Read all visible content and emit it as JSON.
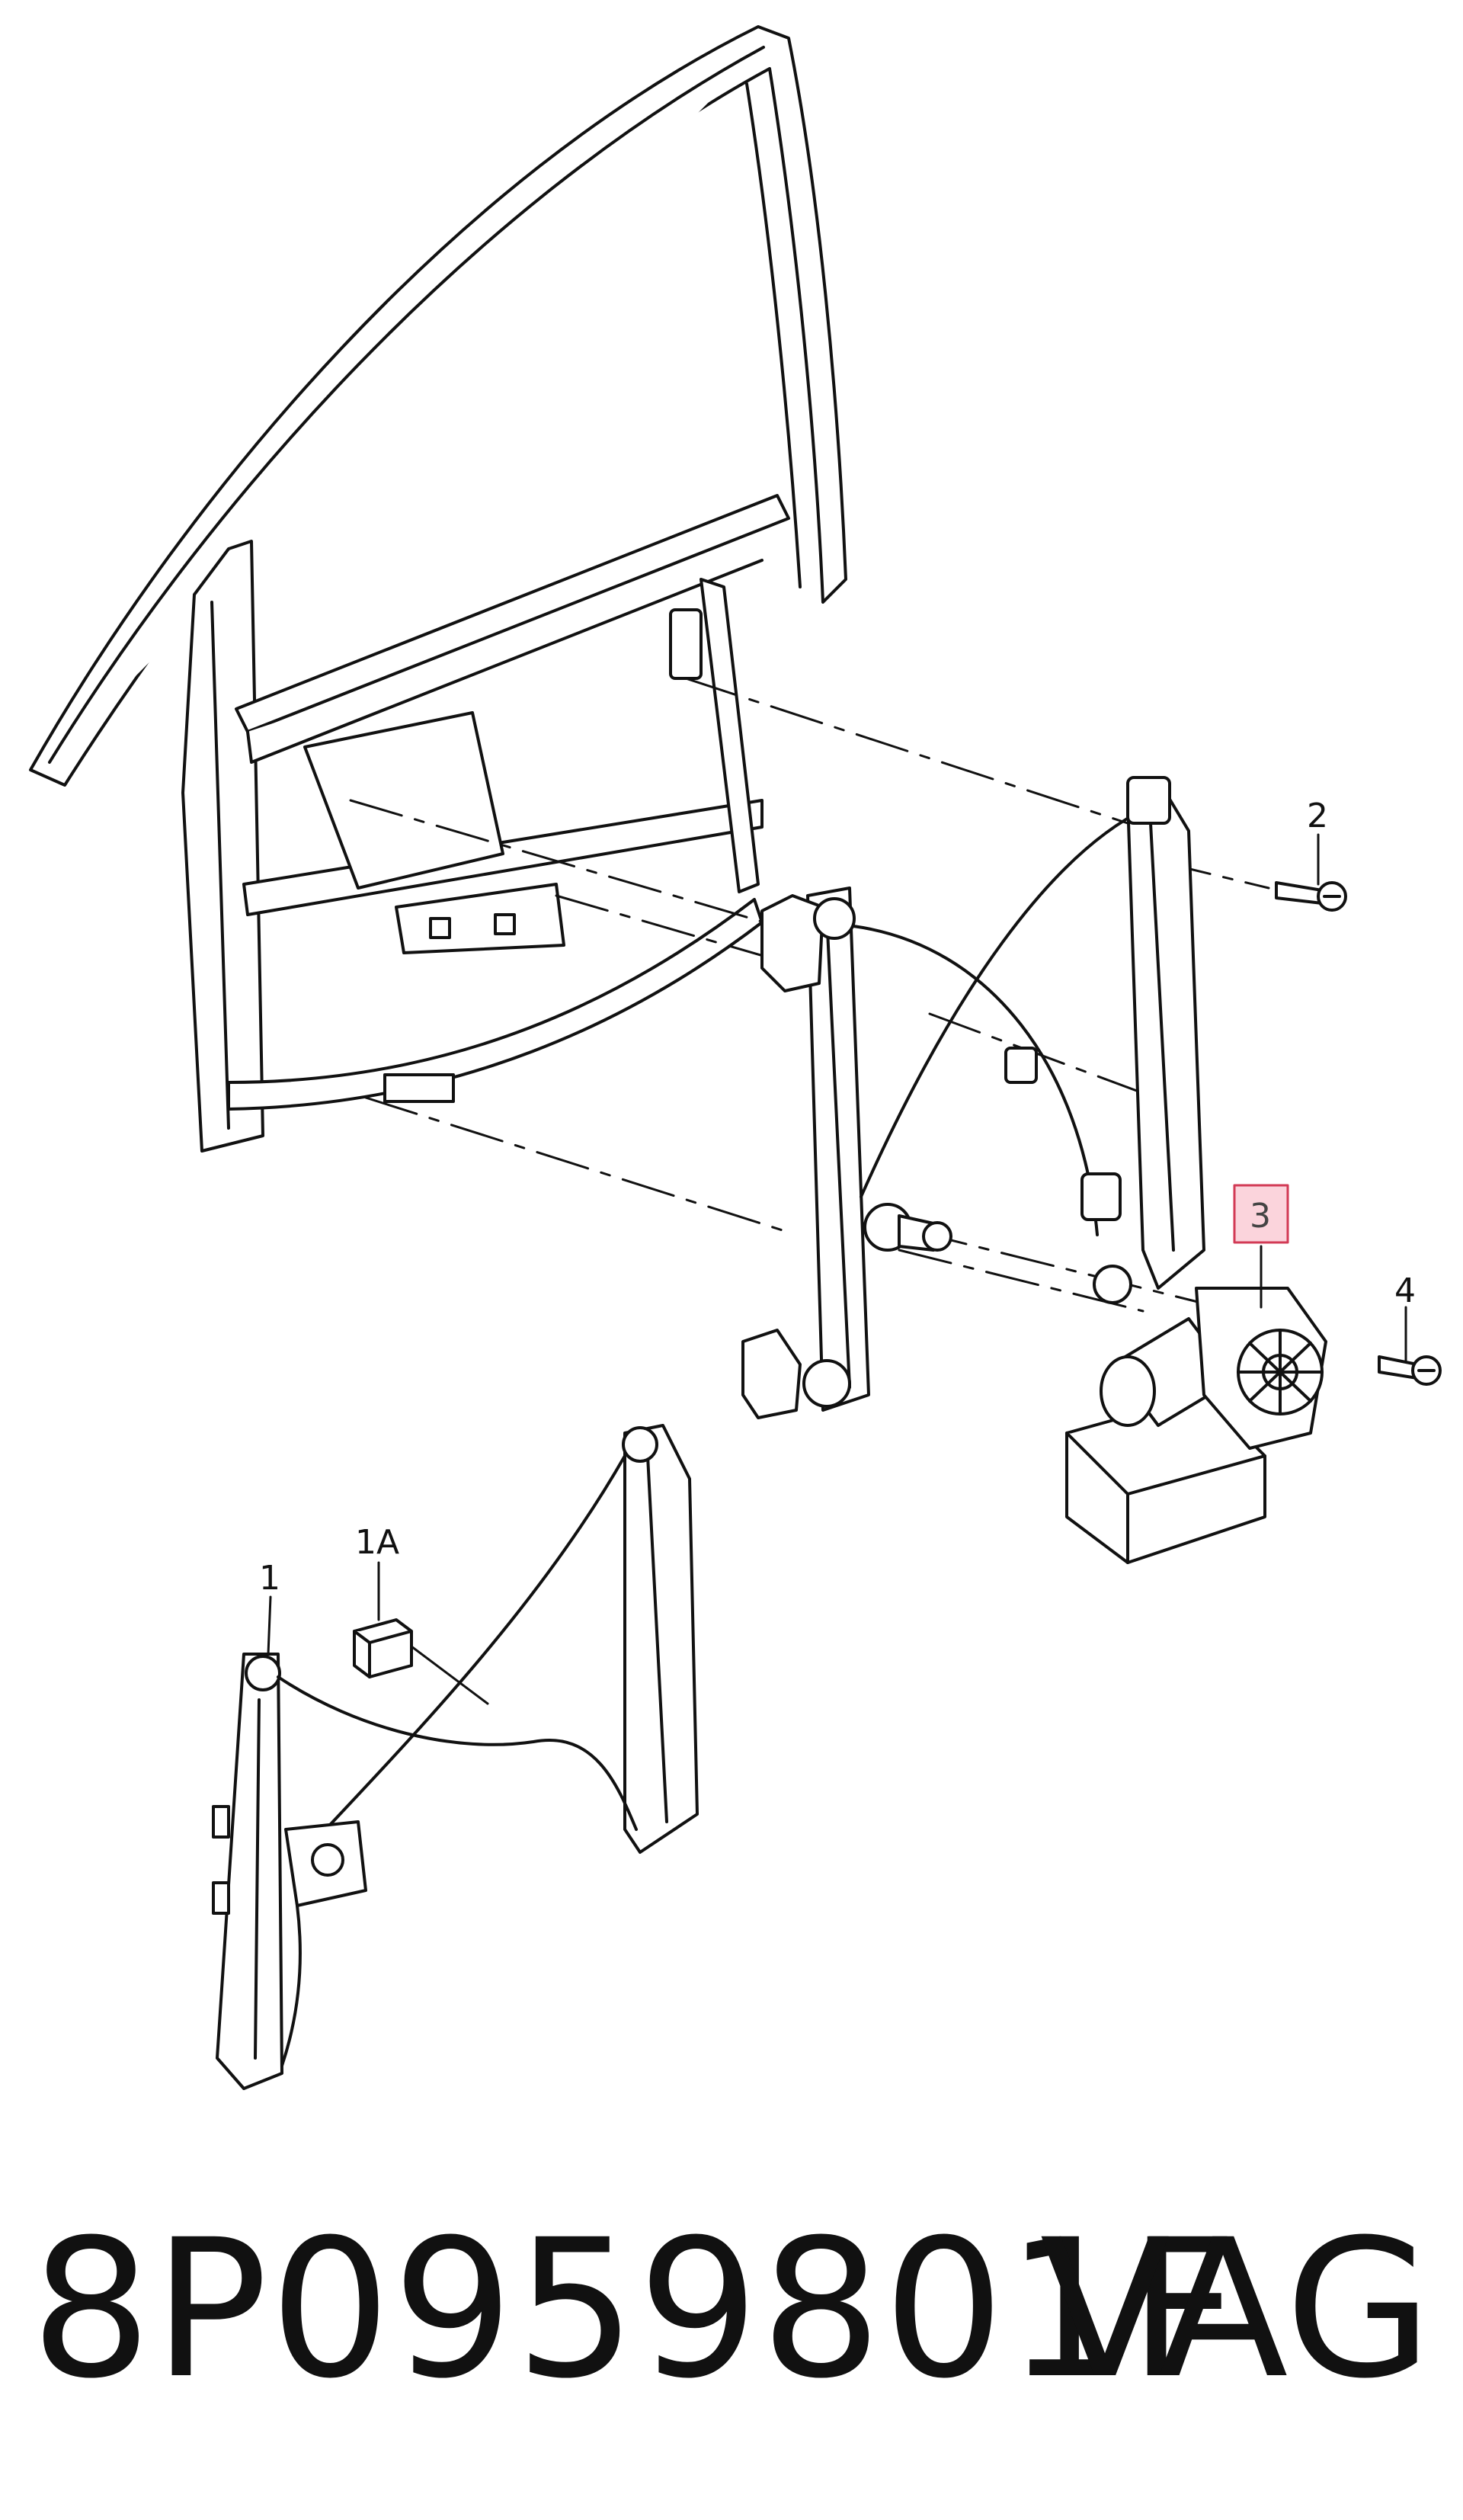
{
  "callouts": {
    "c1": "1",
    "c1a": "1A",
    "c2": "2",
    "c3": "3",
    "c4": "4"
  },
  "caption": {
    "part_number": "8P0959801F",
    "brand": "VAG"
  },
  "colors": {
    "line": "#111111",
    "highlight_fill": "#fbd4dc",
    "highlight_stroke": "#d23a55",
    "background": "#ffffff"
  }
}
